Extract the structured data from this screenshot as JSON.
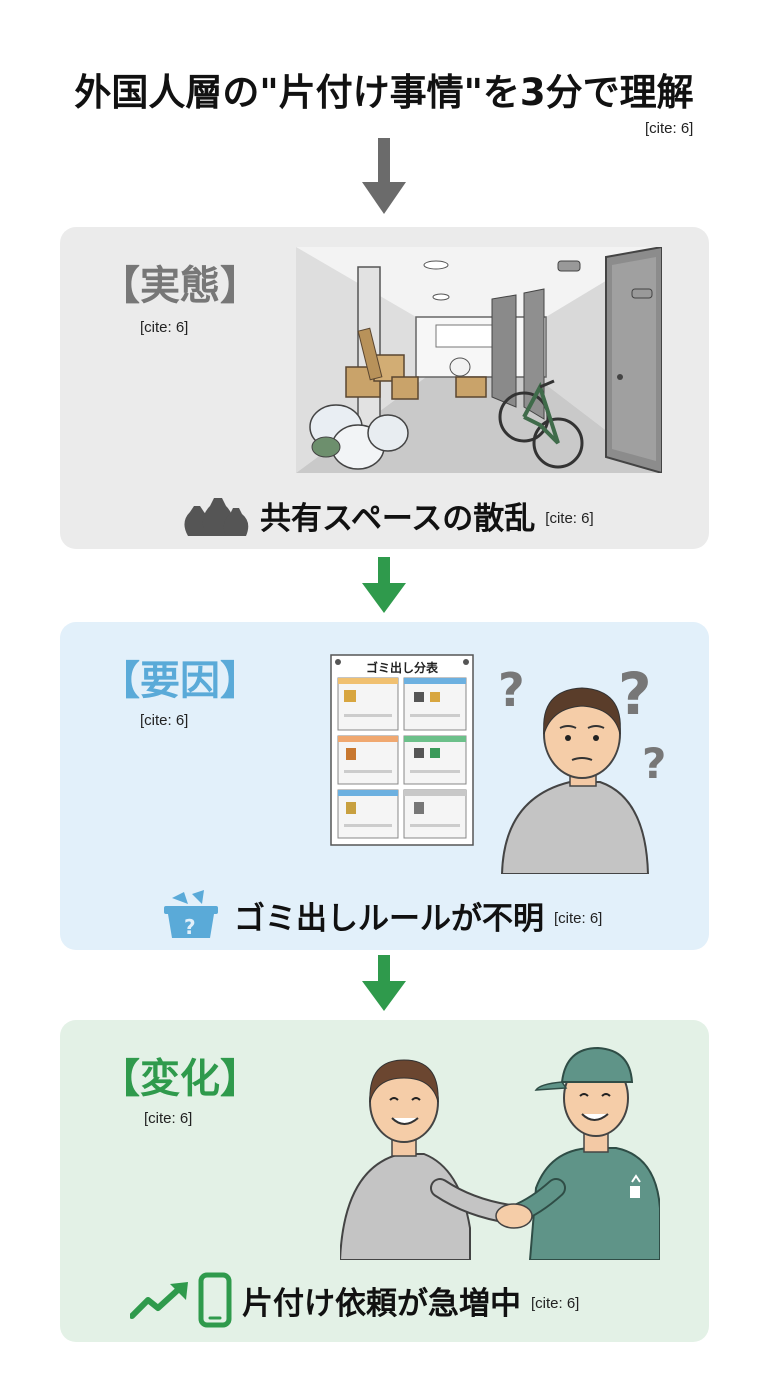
{
  "title": "外国人層の\"片付け事情\"を3分で理解",
  "title_cite": "[cite: 6]",
  "colors": {
    "gray_arrow": "#6b6b6b",
    "green_arrow": "#2f9a4c",
    "panel_gray": "#ebebeb",
    "panel_blue": "#e2f0fa",
    "panel_green": "#e3f1e6",
    "label_gray": "#777777",
    "label_blue": "#5aaad8",
    "label_green": "#2f9a4c"
  },
  "panels": [
    {
      "label": "【実態】",
      "cite": "[cite: 6]",
      "caption": "共有スペースの散乱",
      "caption_cite": "[cite: 6]",
      "icon": "garbage-bags-icon"
    },
    {
      "label": "【要因】",
      "cite": "[cite: 6]",
      "caption": "ゴミ出しルールが不明",
      "caption_cite": "[cite: 6]",
      "icon": "question-basket-icon",
      "poster_title": "ゴミ出し分表"
    },
    {
      "label": "【変化】",
      "cite": "[cite: 6]",
      "caption": "片付け依頼が急増中",
      "caption_cite": "[cite: 6]",
      "icon": "trend-up-phone-icon"
    }
  ]
}
